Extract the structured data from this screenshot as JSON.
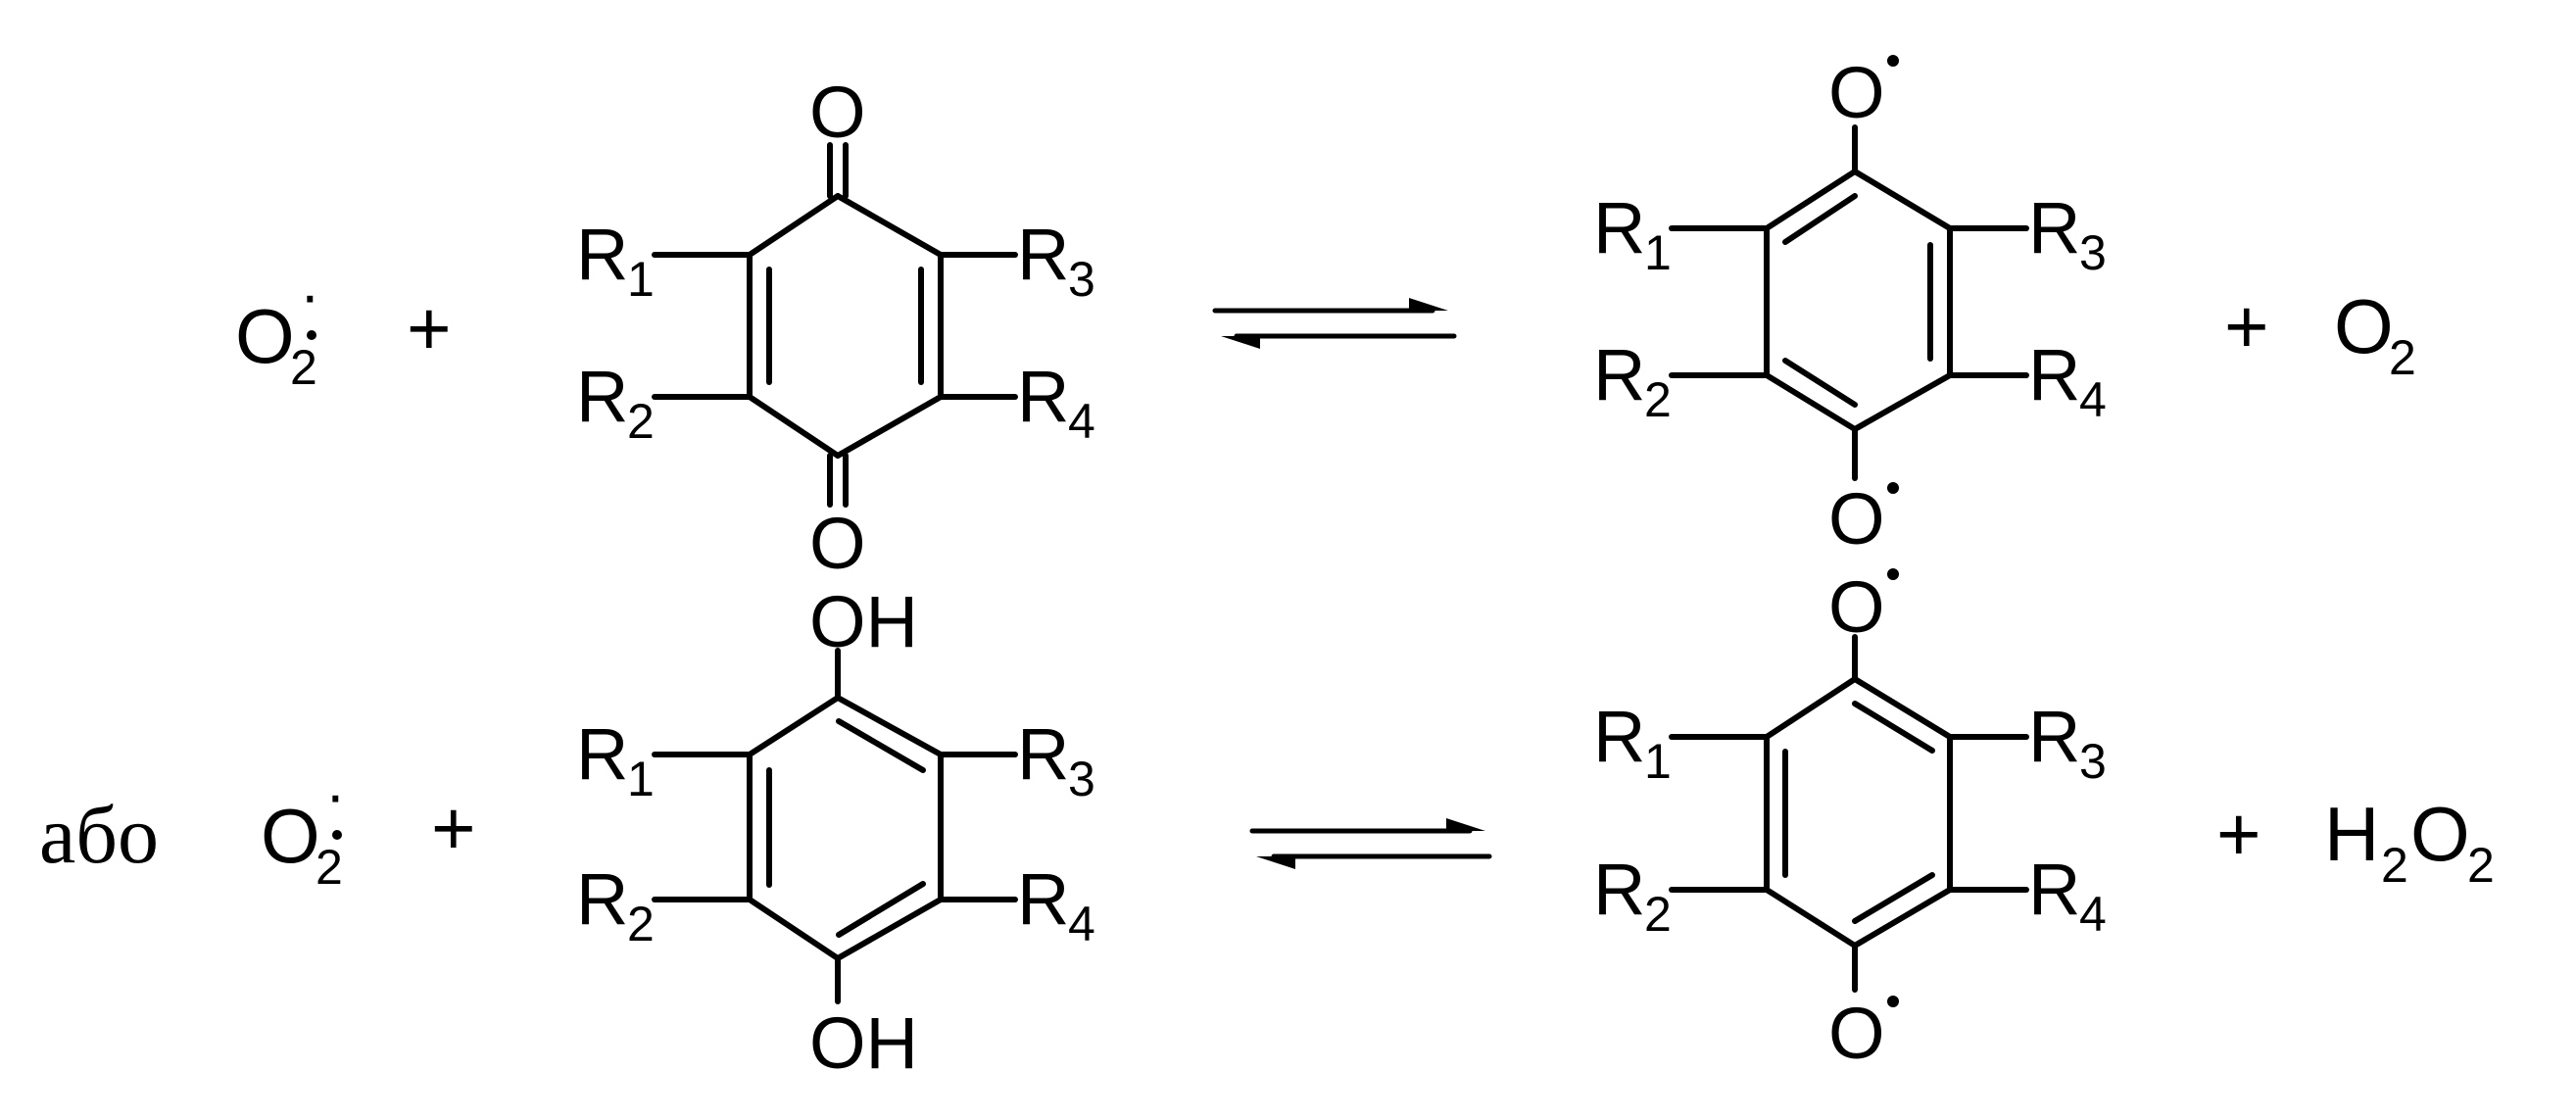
{
  "connector": "або",
  "radical_O": "O",
  "radical_sub": "2",
  "radical_charge": "·",
  "plus": "+",
  "O2_base": "O",
  "O2_sub": "2",
  "H2O2_H": "H",
  "H2O2_sub1": "2",
  "H2O2_O": "O",
  "H2O2_sub2": "2",
  "atom_O": "O",
  "atom_OH": "OH",
  "radical_dot": "·",
  "subst_R": "R",
  "sub_1": "1",
  "sub_2": "2",
  "sub_3": "3",
  "sub_4": "4"
}
